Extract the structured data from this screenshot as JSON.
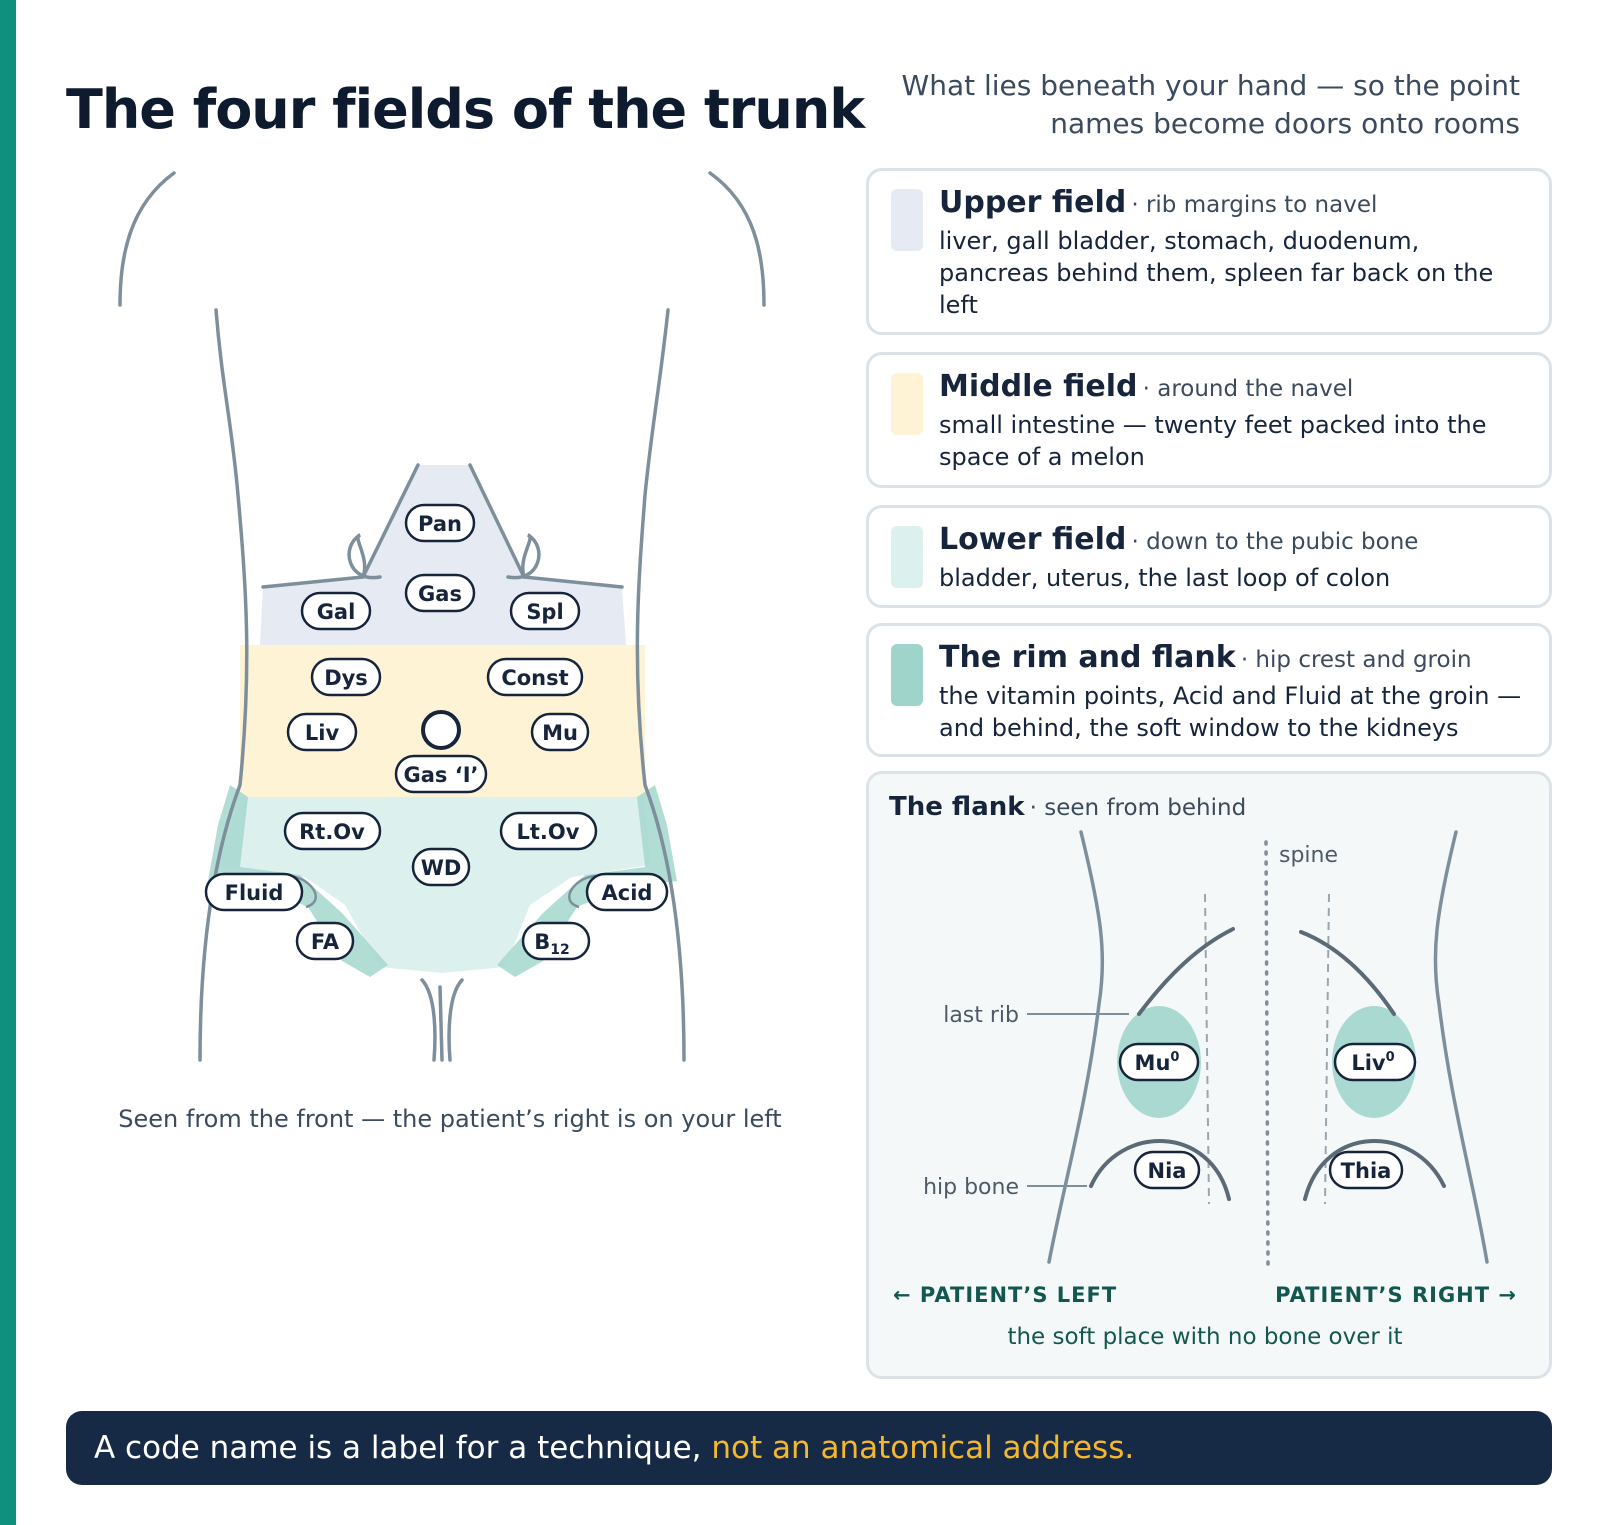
{
  "header": {
    "title": "The four fields of the trunk",
    "subtitle": "What lies beneath your hand — so the point names become doors onto rooms"
  },
  "front": {
    "caption": "Seen from the front — the patient’s right is on your left",
    "points": {
      "pan": "Pan",
      "gas": "Gas",
      "gal": "Gal",
      "spl": "Spl",
      "dys": "Dys",
      "const": "Const",
      "liv": "Liv",
      "mu": "Mu",
      "gas_i": "Gas ‘I’",
      "rt_ov": "Rt.Ov",
      "lt_ov": "Lt.Ov",
      "wd": "WD",
      "fluid": "Fluid",
      "acid": "Acid",
      "fa": "FA",
      "b12_base": "B",
      "b12_sub": "12"
    }
  },
  "fields": [
    {
      "name": "Upper field",
      "range": "· rib margins to navel",
      "organs": "liver, gall bladder, stomach, duodenum, pancreas behind them, spleen far back on the left",
      "color": "#e5eaf3"
    },
    {
      "name": "Middle field",
      "range": "· around the navel",
      "organs": "small intestine — twenty feet packed into the space of a melon",
      "color": "#fef3d5"
    },
    {
      "name": "Lower field",
      "range": "· down to the pubic bone",
      "organs": "bladder, uterus, the last loop of colon",
      "color": "#dcf0ed"
    },
    {
      "name": "The rim and flank",
      "range": "· hip crest and groin",
      "organs": "the vitamin points, Acid and Fluid at the groin — and behind, the soft window to the kidneys",
      "color": "#9fd4cb"
    }
  ],
  "flank": {
    "title": "The flank",
    "subtitle": "· seen from behind",
    "spine": "spine",
    "last_rib": "last rib",
    "hip_bone": "hip bone",
    "mu0_base": "Mu",
    "mu0_sup": "0",
    "liv0_base": "Liv",
    "liv0_sup": "0",
    "nia": "Nia",
    "thia": "Thia",
    "patient_left": "← PATIENT’S LEFT",
    "patient_right": "PATIENT’S RIGHT →",
    "soft_place": "the soft place with no bone over it"
  },
  "footer": {
    "text": "A code name is a label for a technique,",
    "highlight": "not an anatomical address."
  },
  "colors": {
    "accent": "#0f8f7d",
    "ink": "#16253b",
    "outline": "#7d8f9b",
    "kidney": "#a9d9d0",
    "footer_bg": "#172a45",
    "footer_highlight": "#f5b72c"
  }
}
